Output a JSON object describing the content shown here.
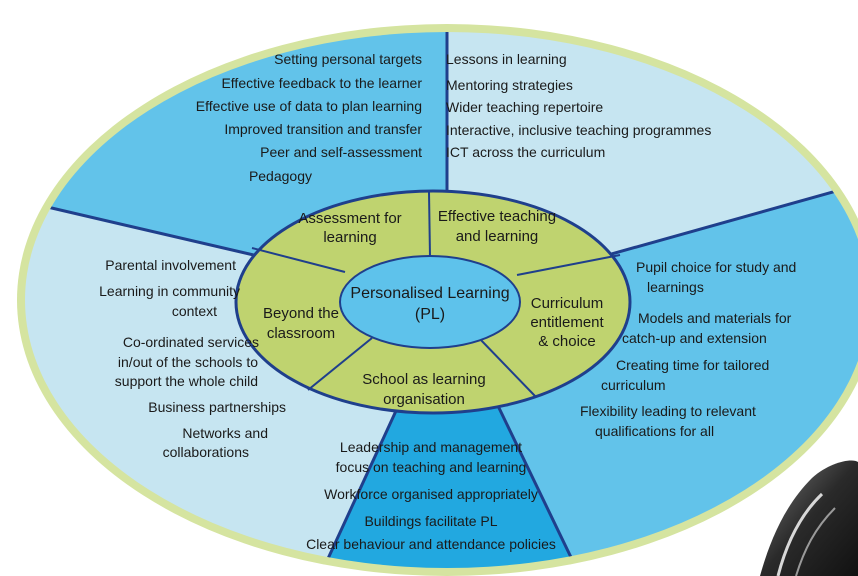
{
  "center": {
    "lines": [
      "Personalised Learning",
      "(PL)"
    ]
  },
  "inner_ring": [
    {
      "id": "assessment",
      "lines": [
        "Assessment for",
        "learning"
      ]
    },
    {
      "id": "teaching",
      "lines": [
        "Effective teaching",
        "and learning"
      ]
    },
    {
      "id": "curriculum",
      "lines": [
        "Curriculum",
        "entitlement",
        "& choice"
      ]
    },
    {
      "id": "school",
      "lines": [
        "School as learning",
        "organisation"
      ]
    },
    {
      "id": "beyond",
      "lines": [
        "Beyond the",
        "classroom"
      ]
    }
  ],
  "outer_ring": {
    "assessment": [
      "Setting personal targets",
      "Effective feedback to the learner",
      "Effective use of data to plan learning",
      "Improved transition and transfer",
      "Peer and self-assessment",
      "Pedagogy"
    ],
    "teaching": [
      "Lessons in learning",
      "Mentoring strategies",
      "Wider teaching repertoire",
      "Interactive, inclusive teaching programmes",
      "ICT across the curriculum"
    ],
    "curriculum": [
      "Pupil choice for study and",
      "learnings",
      "Models and materials for",
      "catch-up and extension",
      "Creating time for tailored",
      "curriculum",
      "Flexibility leading to relevant",
      "qualifications for all"
    ],
    "school": [
      "Leadership and management",
      "focus on teaching and learning",
      "Workforce organised appropriately",
      "Buildings facilitate PL",
      "Clear behaviour and attendance policies"
    ],
    "beyond": [
      "Parental involvement",
      "Learning in community",
      "context",
      "Co-ordinated services",
      "in/out of the schools to",
      "support the whole child",
      "Business partnerships",
      "Networks and",
      "collaborations"
    ]
  },
  "colors": {
    "outer_border": "#d5e4a0",
    "segment_mid_blue": "#62c3ea",
    "segment_light_blue": "#c6e5f1",
    "segment_deep_blue": "#22a8e0",
    "inner_ring_green": "#bfd36f",
    "center_blue": "#5ec2eb",
    "divider_navy": "#1f3f8c"
  }
}
